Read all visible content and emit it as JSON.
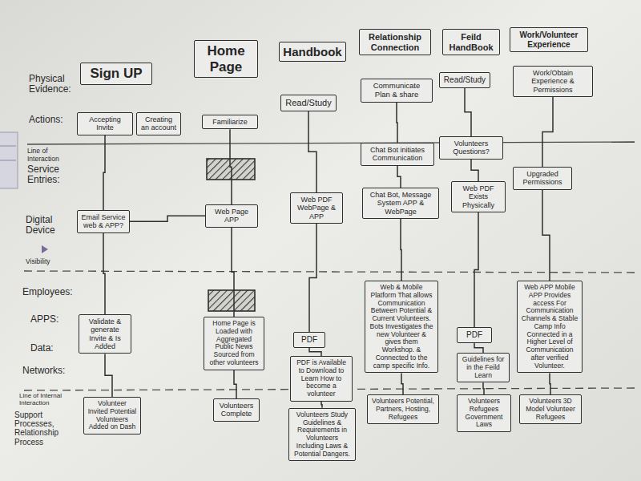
{
  "diagram": {
    "nodes": [
      {
        "text": [
          "Sign UP"
        ]
      },
      {
        "text": [
          "Accepting Invite"
        ]
      },
      {
        "text": [
          "Creating an account"
        ]
      },
      {
        "text": [
          "Email Service web & APP?"
        ]
      },
      {
        "text": [
          "Validate & generate Invite & Is Added"
        ]
      },
      {
        "text": [
          "Volunteer Invited Potential Volunteers Added on Dash"
        ]
      },
      {
        "text": [
          "Home Page"
        ]
      },
      {
        "text": [
          "Familiarize"
        ]
      },
      {
        "text": [
          "Web Page APP"
        ]
      },
      {
        "text": [
          "Home Page is Loaded with Aggregated Public News Sourced from other volunteers"
        ]
      },
      {
        "text": [
          "Volunteers Complete"
        ]
      },
      {
        "text": [
          "Handbook"
        ]
      },
      {
        "text": [
          "Read/Study"
        ]
      },
      {
        "text": [
          "Web PDF WebPage & APP"
        ]
      },
      {
        "text": [
          "PDF"
        ]
      },
      {
        "text": [
          "PDF is Available to Download to Learn How to become a volunteer"
        ]
      },
      {
        "text": [
          "Volunteers Study Guidelines & Requirements in Volunteers Including Laws & Potential Dangers."
        ]
      },
      {
        "text": [
          "Relationship Connection"
        ]
      },
      {
        "text": [
          "Communicate Plan & share"
        ]
      },
      {
        "text": [
          "Chat Bot initiates Communication"
        ]
      },
      {
        "text": [
          "Chat Bot, Message System APP & WebPage"
        ]
      },
      {
        "text": [
          "Web & Mobile Platform That allows Communication Between Potential & Current Volunteers. Bots Investigates the new Volunteer & gives them Workshop. & Connected to the camp specific Info."
        ]
      },
      {
        "text": [
          "Volunteers Potential, Partners, Hosting, Refugees"
        ]
      },
      {
        "text": [
          "Feild HandBook"
        ]
      },
      {
        "text": [
          "Read/Study"
        ]
      },
      {
        "text": [
          "Volunteers Questions?"
        ]
      },
      {
        "text": [
          "Web PDF Exists Physically"
        ]
      },
      {
        "text": [
          "PDF"
        ]
      },
      {
        "text": [
          "Guidelines for in the Feild Learn"
        ]
      },
      {
        "text": [
          "Volunteers Refugees Government Laws"
        ]
      },
      {
        "text": [
          "Work/Volunteer Experience"
        ]
      },
      {
        "text": [
          "Work/Obtain Experience & Permissions"
        ]
      },
      {
        "text": [
          "Upgraded Permissions"
        ]
      },
      {
        "text": [
          "Web APP Mobile APP Provides access For Communication Channels & Stable Camp Info Connected in a Higher Level of Communication after verified Volunteer."
        ]
      },
      {
        "text": [
          "Volunteers 3D Model Volunteer Refugees"
        ]
      }
    ],
    "edges": [
      {
        "from": 1,
        "to": 3,
        "arrow": "none"
      },
      {
        "from": 3,
        "to": 4,
        "arrow": "none"
      },
      {
        "from": 4,
        "to": 5,
        "arrow": "none"
      },
      {
        "from": 3,
        "to": 8,
        "arrow": "none"
      },
      {
        "from": 7,
        "to": 8,
        "arrow": "none"
      },
      {
        "from": 8,
        "to": 9,
        "arrow": "none"
      },
      {
        "from": 9,
        "to": 10,
        "arrow": "none"
      },
      {
        "from": 12,
        "to": 13,
        "arrow": "none"
      },
      {
        "from": 13,
        "to": 14,
        "arrow": "none"
      },
      {
        "from": 14,
        "to": 15,
        "arrow": "none"
      },
      {
        "from": 15,
        "to": 16,
        "arrow": "none"
      },
      {
        "from": 18,
        "to": 19,
        "arrow": "none"
      },
      {
        "from": 19,
        "to": 20,
        "arrow": "none"
      },
      {
        "from": 20,
        "to": 21,
        "arrow": "none"
      },
      {
        "from": 21,
        "to": 22,
        "arrow": "none"
      },
      {
        "from": 24,
        "to": 25,
        "arrow": "none"
      },
      {
        "from": 25,
        "to": 26,
        "arrow": "none"
      },
      {
        "from": 26,
        "to": 27,
        "arrow": "none"
      },
      {
        "from": 27,
        "to": 28,
        "arrow": "none"
      },
      {
        "from": 28,
        "to": 29,
        "arrow": "none"
      },
      {
        "from": 31,
        "to": 32,
        "arrow": "none"
      },
      {
        "from": 32,
        "to": 33,
        "arrow": "none"
      },
      {
        "from": 33,
        "to": 34,
        "arrow": "none"
      }
    ],
    "labels": [
      "Physical Evidence:",
      "Actions:",
      "Line of Interaction",
      "Service Entries:",
      "Digital Device",
      "Visibility",
      "Employees:",
      "APPS:",
      "Data:",
      "Networks:",
      "Line of Internal Interaction",
      "Support Processes, Relationship Process"
    ]
  }
}
